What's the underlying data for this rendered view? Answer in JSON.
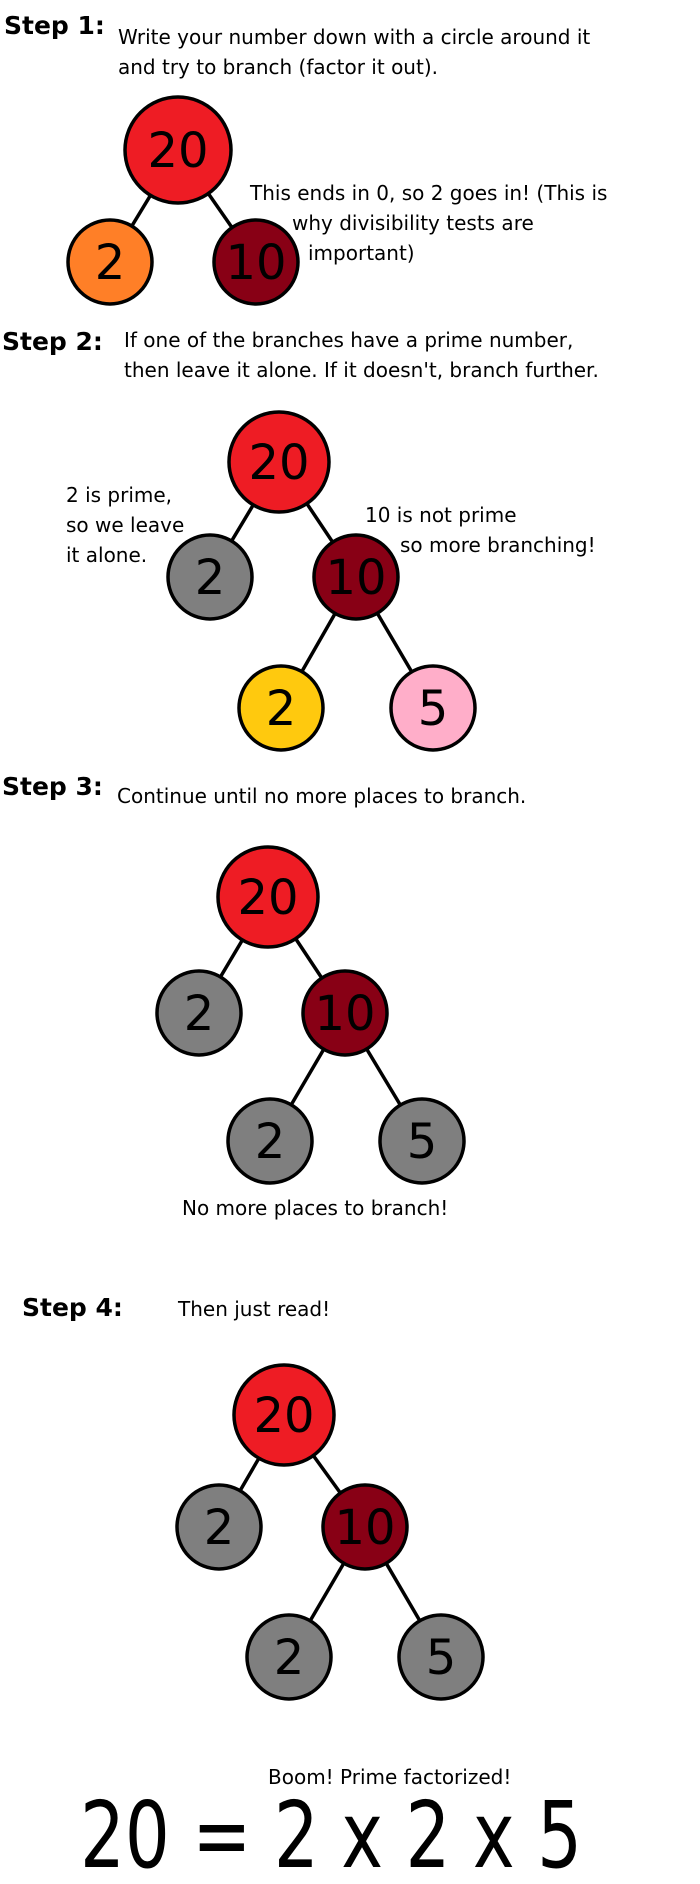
{
  "colors": {
    "red": "#ee1c24",
    "dark_red": "#880015",
    "orange": "#ff7f27",
    "gray": "#7f7f7f",
    "yellow": "#ffc90e",
    "pink": "#ffaec9"
  },
  "steps": [
    {
      "label": "Step 1:",
      "text_lines": [
        "Write your number down with a circle around it",
        "and try to branch (factor it out)."
      ],
      "nodes": [
        {
          "id": "root",
          "value": "20",
          "color": "#ee1c24"
        },
        {
          "id": "left",
          "value": "2",
          "color": "#ff7f27",
          "parent": "root"
        },
        {
          "id": "right",
          "value": "10",
          "color": "#880015",
          "parent": "root"
        }
      ],
      "annotations": [
        {
          "id": "note-ends-in-zero",
          "lines": [
            "This ends in 0, so 2 goes in!   (This is",
            "why divisibility tests are",
            "important)"
          ]
        }
      ]
    },
    {
      "label": "Step 2:",
      "text_lines": [
        "If one of the branches have a prime number,",
        "then leave it alone. If it doesn't, branch further."
      ],
      "nodes": [
        {
          "id": "root",
          "value": "20",
          "color": "#ee1c24"
        },
        {
          "id": "left",
          "value": "2",
          "color": "#7f7f7f",
          "parent": "root"
        },
        {
          "id": "right",
          "value": "10",
          "color": "#880015",
          "parent": "root"
        },
        {
          "id": "right-left",
          "value": "2",
          "color": "#ffc90e",
          "parent": "right"
        },
        {
          "id": "right-right",
          "value": "5",
          "color": "#ffaec9",
          "parent": "right"
        }
      ],
      "annotations": [
        {
          "id": "note-two-prime",
          "lines": [
            "2 is prime,",
            "so we leave",
            "it alone."
          ]
        },
        {
          "id": "note-ten-not-prime",
          "lines": [
            "10 is not prime",
            "so more branching!"
          ]
        }
      ]
    },
    {
      "label": "Step 3:",
      "text_lines": [
        "Continue until no more places to branch."
      ],
      "nodes": [
        {
          "id": "root",
          "value": "20",
          "color": "#ee1c24"
        },
        {
          "id": "left",
          "value": "2",
          "color": "#7f7f7f",
          "parent": "root"
        },
        {
          "id": "right",
          "value": "10",
          "color": "#880015",
          "parent": "root"
        },
        {
          "id": "right-left",
          "value": "2",
          "color": "#7f7f7f",
          "parent": "right"
        },
        {
          "id": "right-right",
          "value": "5",
          "color": "#7f7f7f",
          "parent": "right"
        }
      ],
      "annotations": [
        {
          "id": "note-no-more",
          "lines": [
            "No more places to branch!"
          ]
        }
      ]
    },
    {
      "label": "Step 4:",
      "text_lines": [
        "Then just read!"
      ],
      "nodes": [
        {
          "id": "root",
          "value": "20",
          "color": "#ee1c24"
        },
        {
          "id": "left",
          "value": "2",
          "color": "#7f7f7f",
          "parent": "root"
        },
        {
          "id": "right",
          "value": "10",
          "color": "#880015",
          "parent": "root"
        },
        {
          "id": "right-left",
          "value": "2",
          "color": "#7f7f7f",
          "parent": "right"
        },
        {
          "id": "right-right",
          "value": "5",
          "color": "#7f7f7f",
          "parent": "right"
        }
      ],
      "annotations": [
        {
          "id": "note-boom",
          "lines": [
            "Boom! Prime factorized!"
          ]
        }
      ]
    }
  ],
  "result": "20 = 2 x 2 x 5"
}
